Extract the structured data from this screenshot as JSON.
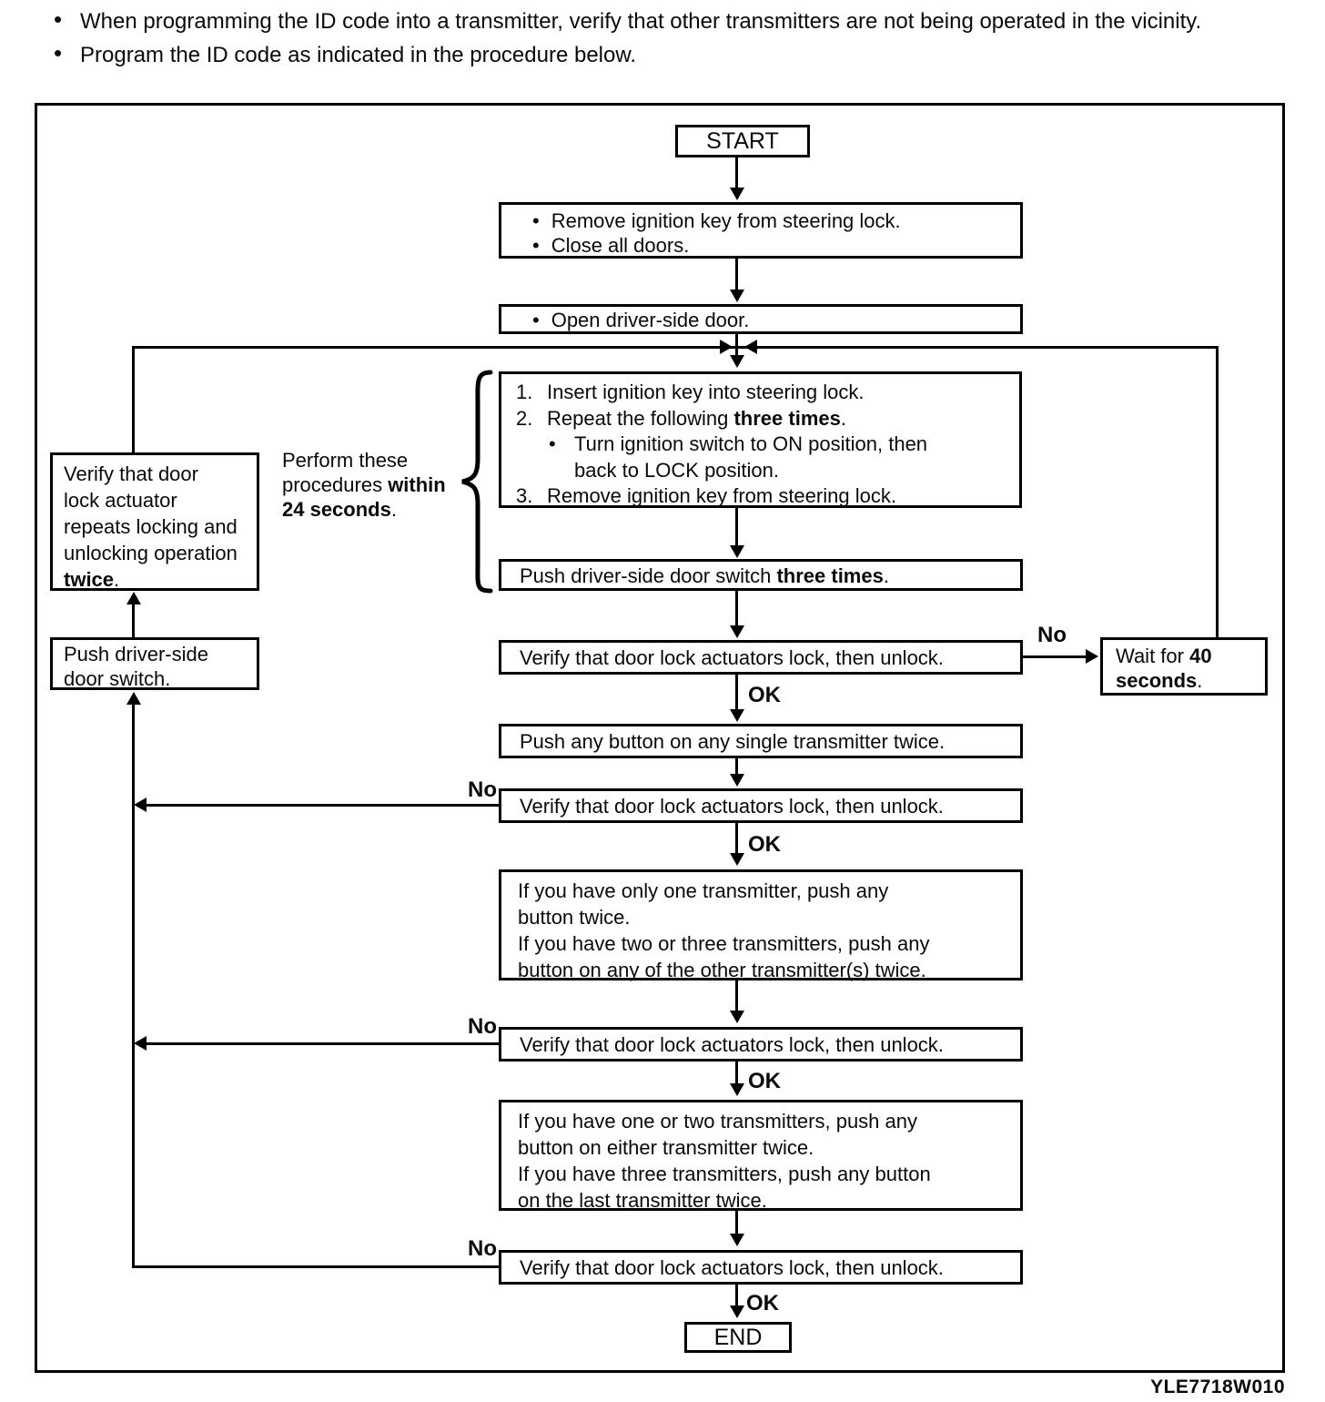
{
  "page": {
    "notes": [
      "When programming the ID code into a transmitter, verify that other transmitters are not being operated in the vicinity.",
      "Program the ID code as indicated in the procedure below."
    ],
    "figure_code": "YLE7718W010"
  },
  "labels": {
    "bullet": "•",
    "no": "No",
    "ok": "OK",
    "start": "START",
    "end": "END",
    "perform_note": {
      "line1": "Perform these",
      "line2_pre": "procedures ",
      "line2_bold": "within",
      "line3_bold": "24 seconds",
      "line3_post": "."
    }
  },
  "boxes": {
    "step_initial": [
      "Remove ignition key from steering lock.",
      "Close all doors."
    ],
    "step_open_door": "Open driver-side door.",
    "procedure": {
      "item1_num": "1.",
      "item1": "Insert ignition key into steering lock.",
      "item2_num": "2.",
      "item2_pre": "Repeat the following ",
      "item2_bold": "three times",
      "item2_post": ".",
      "item2_sub": "Turn ignition switch to ON position, then",
      "item2_sub2": "back to LOCK position.",
      "item3_num": "3.",
      "item3": "Remove ignition key from steering lock."
    },
    "push_switch_three": {
      "pre": "Push driver-side door switch ",
      "bold": "three times",
      "post": "."
    },
    "verify_actuators": "Verify that door lock actuators lock, then unlock.",
    "wait": {
      "line1_pre": "Wait for ",
      "line1_bold": "40",
      "line2_bold": "seconds",
      "line2_post": "."
    },
    "push_any_single": "Push any button on any single transmitter twice.",
    "transmitters_first": [
      "If you have only one transmitter, push any button twice.",
      "If you have two or three transmitters, push any button on any of the other transmitter(s) twice."
    ],
    "transmitters_second": [
      "If you have one or two transmitters, push any button on either transmitter twice.",
      "If you have three transmitters, push any button on the last transmitter twice."
    ],
    "left_verify": {
      "pre": "Verify that door lock actuator repeats locking and unlocking operation ",
      "bold": "twice",
      "post": "."
    },
    "left_push": "Push driver-side door switch."
  }
}
